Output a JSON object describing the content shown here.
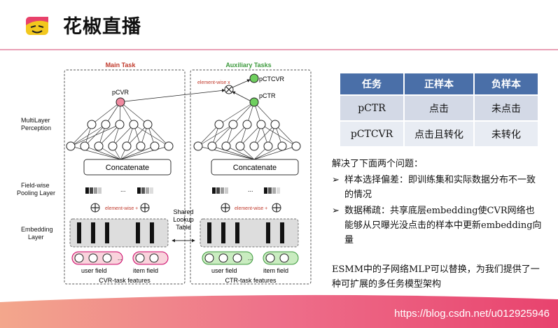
{
  "header": {
    "brand": "花椒直播"
  },
  "diagram": {
    "main_task": "Main Task",
    "aux_tasks": "Auxiliary Tasks",
    "pcvr": "pCVR",
    "pctr": "pCTR",
    "pctcvr": "pCTCVR",
    "element_wise_x": "element-wise x",
    "element_wise_plus": "element-wise +",
    "multilayer": [
      "MultiLayer",
      "Perception"
    ],
    "fieldwise": [
      "Field-wise",
      "Pooling Layer"
    ],
    "embedding": [
      "Embedding",
      "Layer"
    ],
    "concatenate": "Concatenate",
    "shared": [
      "Shared",
      "Lookup",
      "Table"
    ],
    "user_field": "user field",
    "item_field": "item field",
    "ellipsis": "...",
    "cvr_features": "CVR-task features",
    "ctr_features": "CTR-task features"
  },
  "table": {
    "headers": [
      "任务",
      "正样本",
      "负样本"
    ],
    "rows": [
      [
        "pCTR",
        "点击",
        "未点击"
      ],
      [
        "pCTCVR",
        "点击且转化",
        "未转化"
      ]
    ]
  },
  "text": {
    "intro": "解决了下面两个问题：",
    "arrow": "➢",
    "bullets": [
      "样本选择偏差：即训练集和实际数据分布不一致的情况",
      "数据稀疏：共享底层embedding使CVR网络也能够从只曝光没点击的样本中更新embedding向量"
    ],
    "summary": "ESMM中的子网络MLP可以替换，为我们提供了一种可扩展的多任务模型架构"
  },
  "watermark": "https://blog.csdn.net/u012925946",
  "colors": {
    "accent_pink": "#e9a0b6",
    "table_header": "#4a6fa8",
    "main_red": "#c0392b",
    "aux_green": "#3d9a3d"
  }
}
